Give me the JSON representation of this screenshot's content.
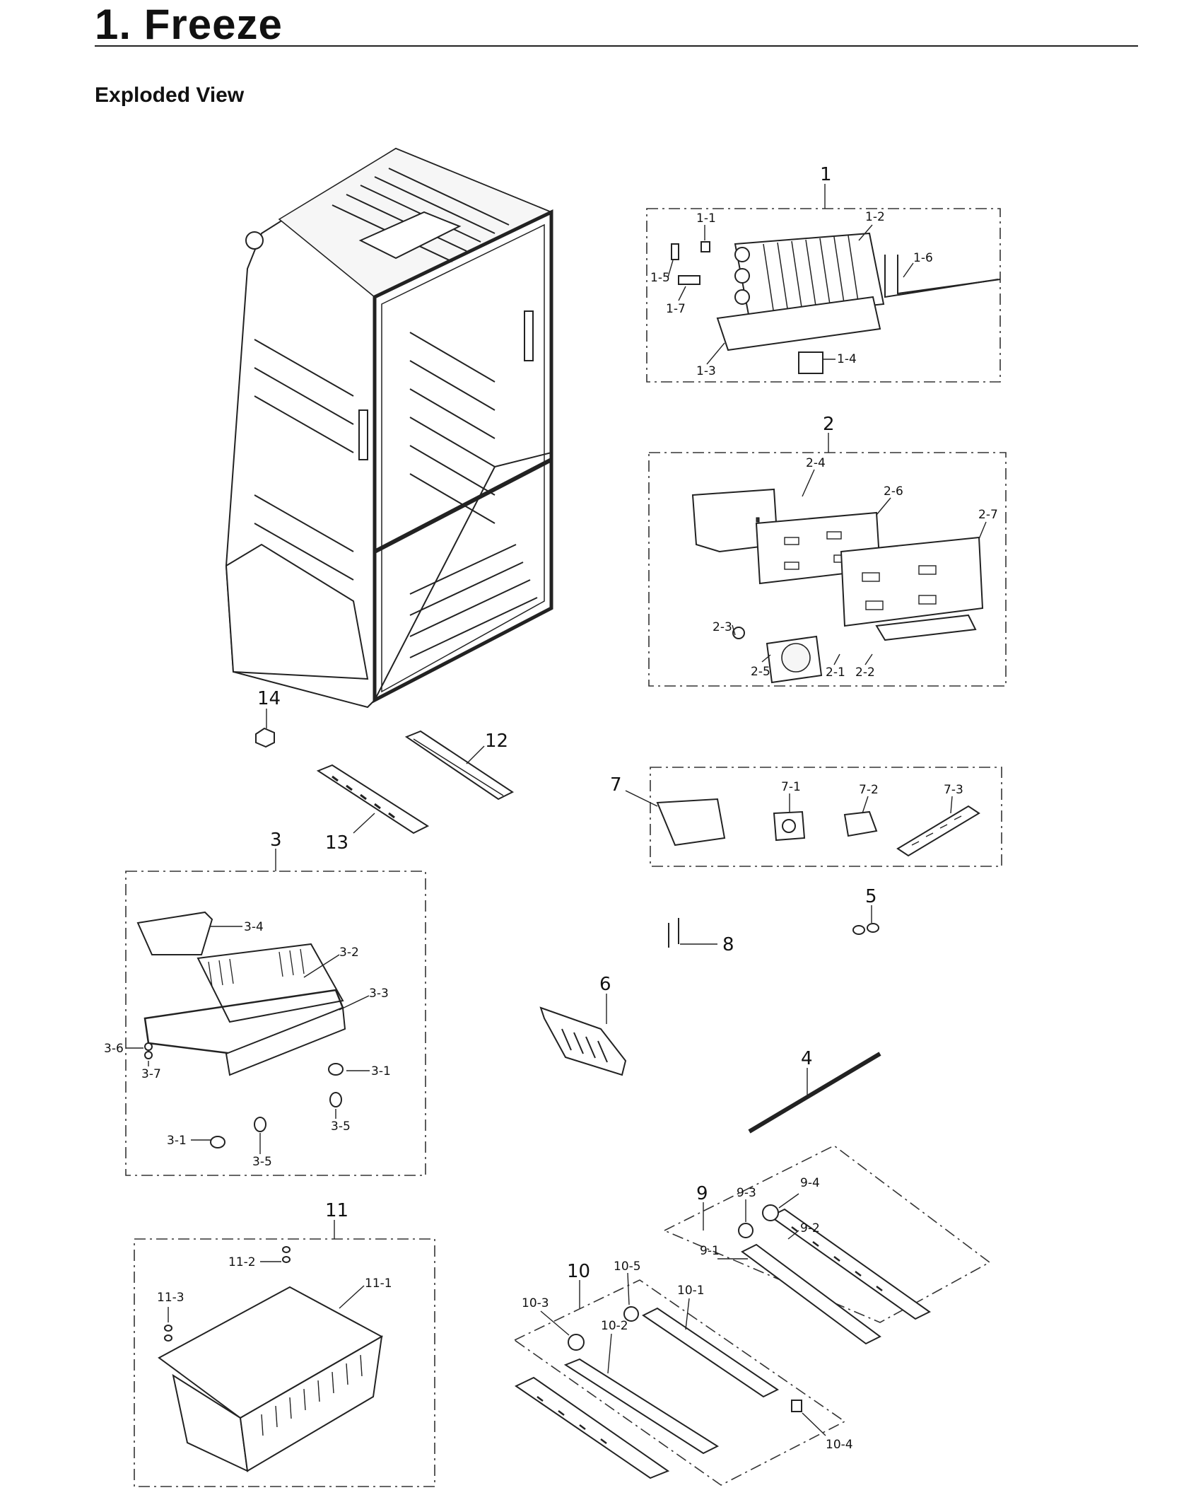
{
  "page": {
    "title": "1.  Freeze",
    "subtitle": "Exploded View"
  },
  "labels": {
    "l1": "1",
    "l1_1": "1-1",
    "l1_2": "1-2",
    "l1_3": "1-3",
    "l1_4": "1-4",
    "l1_5": "1-5",
    "l1_6": "1-6",
    "l1_7": "1-7",
    "l2": "2",
    "l2_1": "2-1",
    "l2_2": "2-2",
    "l2_3": "2-3",
    "l2_4": "2-4",
    "l2_5": "2-5",
    "l2_6": "2-6",
    "l2_7": "2-7",
    "l3": "3",
    "l3_1a": "3-1",
    "l3_1b": "3-1",
    "l3_2": "3-2",
    "l3_3": "3-3",
    "l3_4": "3-4",
    "l3_5a": "3-5",
    "l3_5b": "3-5",
    "l3_6": "3-6",
    "l3_7": "3-7",
    "l4": "4",
    "l5": "5",
    "l6": "6",
    "l7": "7",
    "l7_1": "7-1",
    "l7_2": "7-2",
    "l7_3": "7-3",
    "l8": "8",
    "l9": "9",
    "l9_1": "9-1",
    "l9_2": "9-2",
    "l9_3": "9-3",
    "l9_4": "9-4",
    "l10": "10",
    "l10_1": "10-1",
    "l10_2": "10-2",
    "l10_3": "10-3",
    "l10_4": "10-4",
    "l10_5": "10-5",
    "l11": "11",
    "l11_1": "11-1",
    "l11_2": "11-2",
    "l11_3": "11-3",
    "l12": "12",
    "l13": "13",
    "l14": "14"
  }
}
